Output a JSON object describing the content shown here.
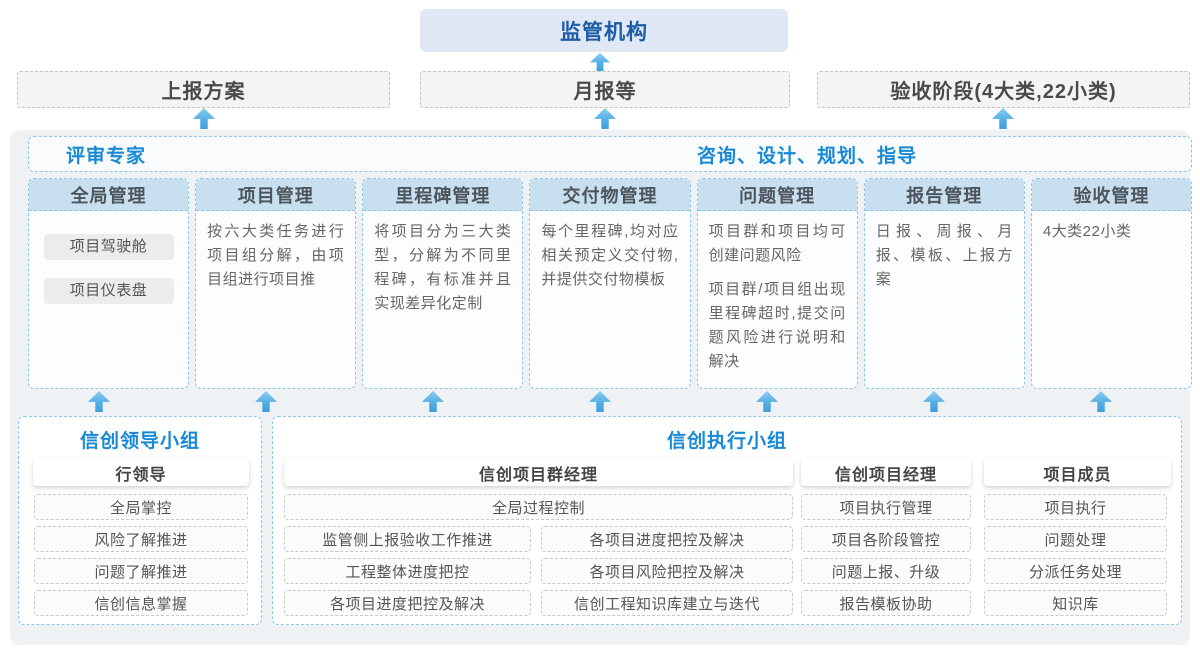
{
  "top": {
    "regulator": "监管机构",
    "boxes": [
      "上报方案",
      "月报等",
      "验收阶段(4大类,22小类)"
    ]
  },
  "panel": {
    "left_label": "评审专家",
    "right_label": "咨询、设计、规划、指导",
    "columns": [
      {
        "title": "全局管理",
        "chips": [
          "项目驾驶舱",
          "项目仪表盘"
        ]
      },
      {
        "title": "项目管理",
        "text": "按六大类任务进行项目组分解，由项目组进行项目推"
      },
      {
        "title": "里程碑管理",
        "text": "将项目分为三大类型，分解为不同里程碑，有标准并且实现差异化定制"
      },
      {
        "title": "交付物管理",
        "text": "每个里程碑,均对应相关预定义交付物,并提供交付物模板"
      },
      {
        "title": "问题管理",
        "text": "项目群和项目均可创建问题风险",
        "text2": "项目群/项目组出现里程碑超时,提交问题风险进行说明和解决"
      },
      {
        "title": "报告管理",
        "text": "日报、周报、月报、模板、上报方案"
      },
      {
        "title": "验收管理",
        "text": "4大类22小类"
      }
    ]
  },
  "groups": {
    "lead": {
      "title": "信创领导小组",
      "role": "行领导",
      "items": [
        "全局掌控",
        "风险了解推进",
        "问题了解推进",
        "信创信息掌握"
      ]
    },
    "exec": {
      "title": "信创执行小组",
      "pm_group": {
        "role": "信创项目群经理",
        "full_item": "全局过程控制",
        "left_items": [
          "监管侧上报验收工作推进",
          "工程整体进度把控",
          "各项目进度把控及解决"
        ],
        "right_items": [
          "各项目进度把控及解决",
          "各项目风险把控及解决",
          "信创工程知识库建立与迭代"
        ]
      },
      "pm": {
        "role": "信创项目经理",
        "items": [
          "项目执行管理",
          "项目各阶段管控",
          "问题上报、升级",
          "报告模板协助"
        ]
      },
      "member": {
        "role": "项目成员",
        "items": [
          "项目执行",
          "问题处理",
          "分派任务处理",
          "知识库"
        ]
      }
    }
  },
  "colors": {
    "accent_blue": "#1789d6",
    "navy": "#1d5ca6",
    "header_fill": "#c7dfef",
    "dashed_blue": "#8cc6e9",
    "arrow_blue": "#3e9fdc",
    "panel_bg": "#eff2f5"
  }
}
